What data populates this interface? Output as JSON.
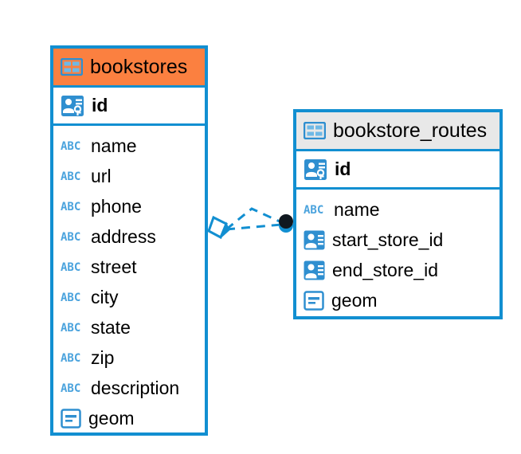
{
  "diagram": {
    "type": "entity-relationship-diagram",
    "background_color": "#ffffff",
    "accent_color": "#128fd1",
    "highlight_color": "#fb8040",
    "neutral_header_color": "#e8e8e8"
  },
  "entities": [
    {
      "name": "bookstores",
      "header_style": "accent-orange",
      "primary_key": {
        "label": "id",
        "icon": "primary-key-icon"
      },
      "fields": [
        {
          "label": "name",
          "icon": "text-type-icon"
        },
        {
          "label": "url",
          "icon": "text-type-icon"
        },
        {
          "label": "phone",
          "icon": "text-type-icon"
        },
        {
          "label": "address",
          "icon": "text-type-icon"
        },
        {
          "label": "street",
          "icon": "text-type-icon"
        },
        {
          "label": "city",
          "icon": "text-type-icon"
        },
        {
          "label": "state",
          "icon": "text-type-icon"
        },
        {
          "label": "zip",
          "icon": "text-type-icon"
        },
        {
          "label": "description",
          "icon": "text-type-icon"
        },
        {
          "label": "geom",
          "icon": "geometry-type-icon"
        }
      ]
    },
    {
      "name": "bookstore_routes",
      "header_style": "accent-gray",
      "primary_key": {
        "label": "id",
        "icon": "primary-key-icon"
      },
      "fields": [
        {
          "label": "name",
          "icon": "text-type-icon"
        },
        {
          "label": "start_store_id",
          "icon": "foreign-key-icon"
        },
        {
          "label": "end_store_id",
          "icon": "foreign-key-icon"
        },
        {
          "label": "geom",
          "icon": "geometry-type-icon"
        }
      ]
    }
  ],
  "relationship": {
    "from_entity": "bookstores",
    "to_entity": "bookstore_routes",
    "source_marker": "diamond-marker",
    "target_marker": "filled-circle-marker",
    "line_style": "dashed",
    "line_color": "#128fd1"
  }
}
